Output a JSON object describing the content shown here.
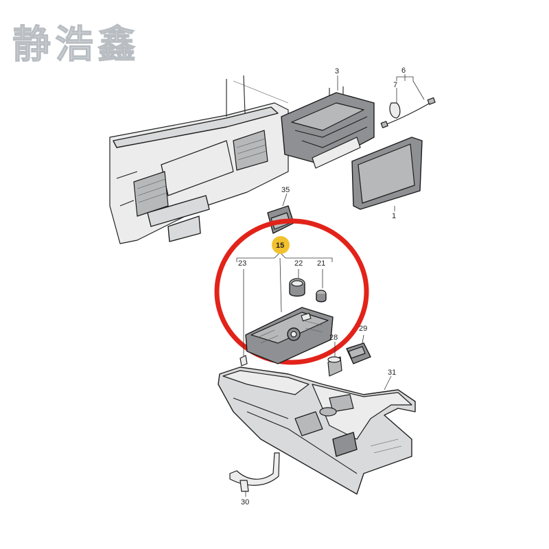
{
  "watermark": "静浩鑫",
  "callouts": {
    "c1": "1",
    "c3": "3",
    "c6": "6",
    "c7": "7",
    "c15": "15",
    "c21": "21",
    "c22": "22",
    "c23": "23",
    "c28": "28",
    "c29": "29",
    "c30": "30",
    "c31": "31",
    "c35": "35"
  },
  "colors": {
    "highlight_circle": "#e2231a",
    "highlight_badge": "#f2c12e",
    "watermark": "#cfd3d7"
  }
}
